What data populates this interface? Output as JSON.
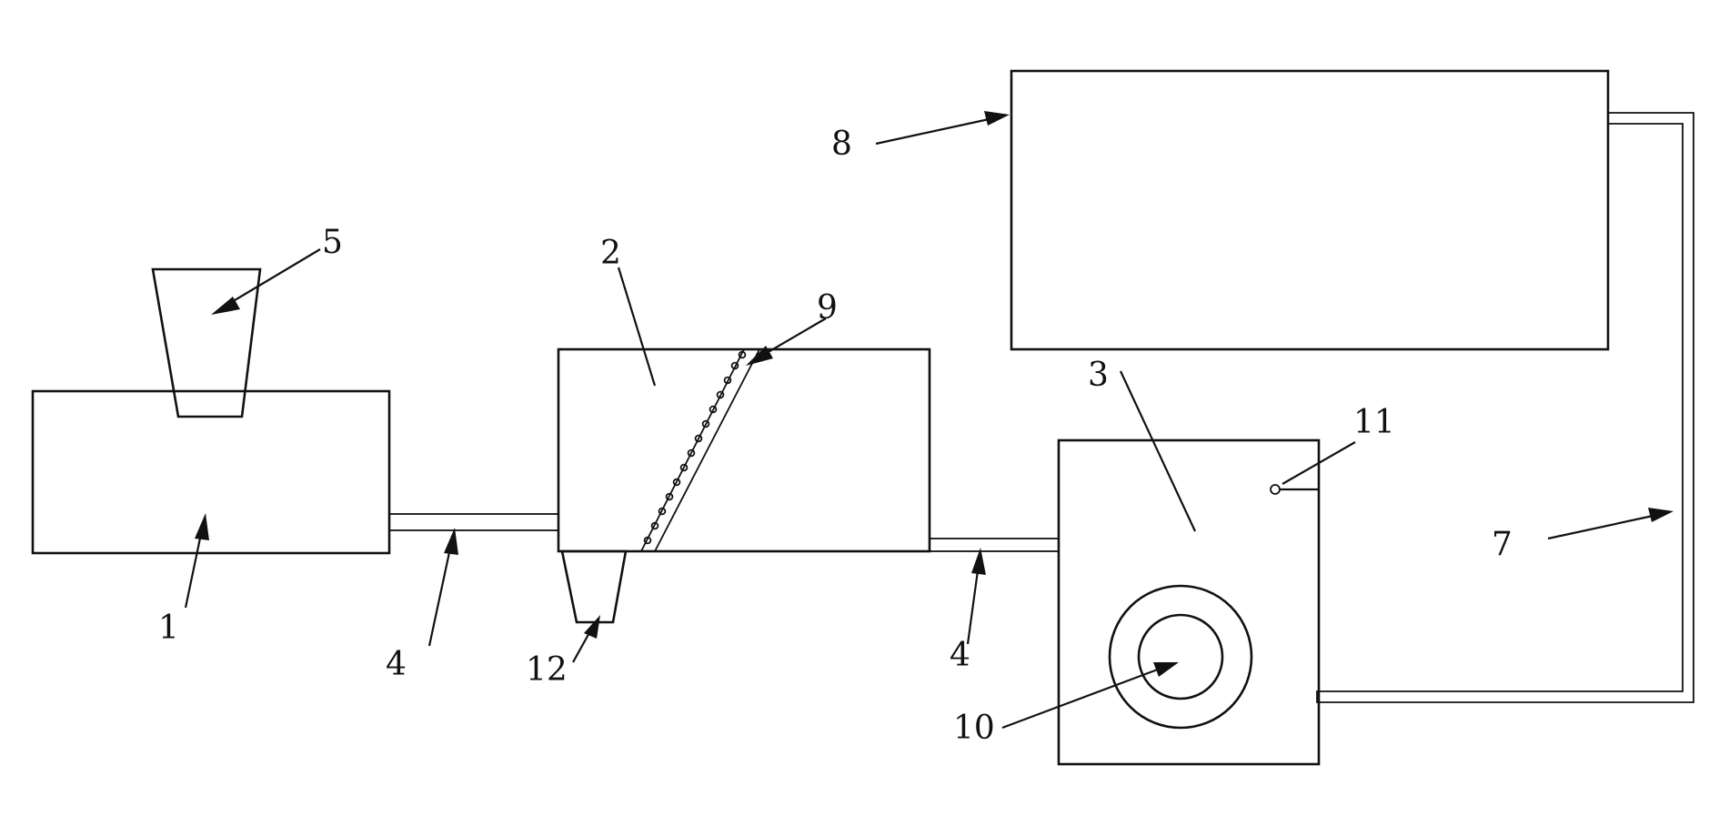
{
  "components": {
    "mixing_tank": {
      "label": "1"
    },
    "reactor": {
      "label": "2"
    },
    "separator": {
      "label": "3"
    },
    "left_pipe": {
      "label": "4"
    },
    "right_pipe": {
      "label": "4"
    },
    "feed_hopper": {
      "label": "5"
    },
    "return_pipe": {
      "label": "7"
    },
    "storage_tank": {
      "label": "8"
    },
    "spiral_conveyor": {
      "label": "9"
    },
    "rotor": {
      "label": "10"
    },
    "sensor": {
      "label": "11"
    },
    "collection_hopper": {
      "label": "12"
    }
  },
  "colors": {
    "line": "#111111",
    "background": "#ffffff"
  }
}
